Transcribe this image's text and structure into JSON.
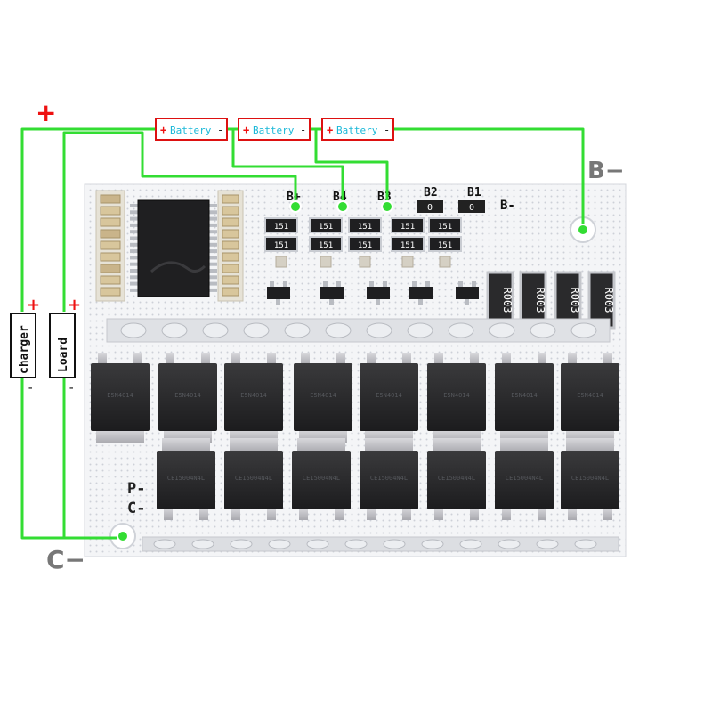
{
  "wiring": {
    "top_plus": "+",
    "battery_plus": "+",
    "battery_label": "Battery",
    "battery_minus": "-",
    "b_minus_label": "B−",
    "c_minus_label": "C−",
    "charger_plus": "+",
    "charger_label": "charger",
    "charger_minus": "-",
    "load_plus": "+",
    "load_label": "Loard",
    "load_minus": "-"
  },
  "pcb": {
    "silk_b_plus": "B+",
    "silk_b4": "B4",
    "silk_b3": "B3",
    "silk_b2": "B2",
    "silk_b1": "B1",
    "silk_b_minus": "B-",
    "silk_p_minus": "P-",
    "silk_c_minus": "C-",
    "resistor_marking": "151",
    "shunt_marking": "R003",
    "zero_ohm_marking": "0",
    "mosfet_top_marking": "E5N4014",
    "mosfet_bottom_marking": "CE15004N4L"
  },
  "colors": {
    "wire": "#33dd33",
    "battery_box": "#dd1111",
    "battery_text": "#1ab8d8",
    "plus_red": "#ee1111",
    "pcb_white": "#f4f5f7",
    "chip_black": "#222222",
    "label_gray": "#777777"
  }
}
